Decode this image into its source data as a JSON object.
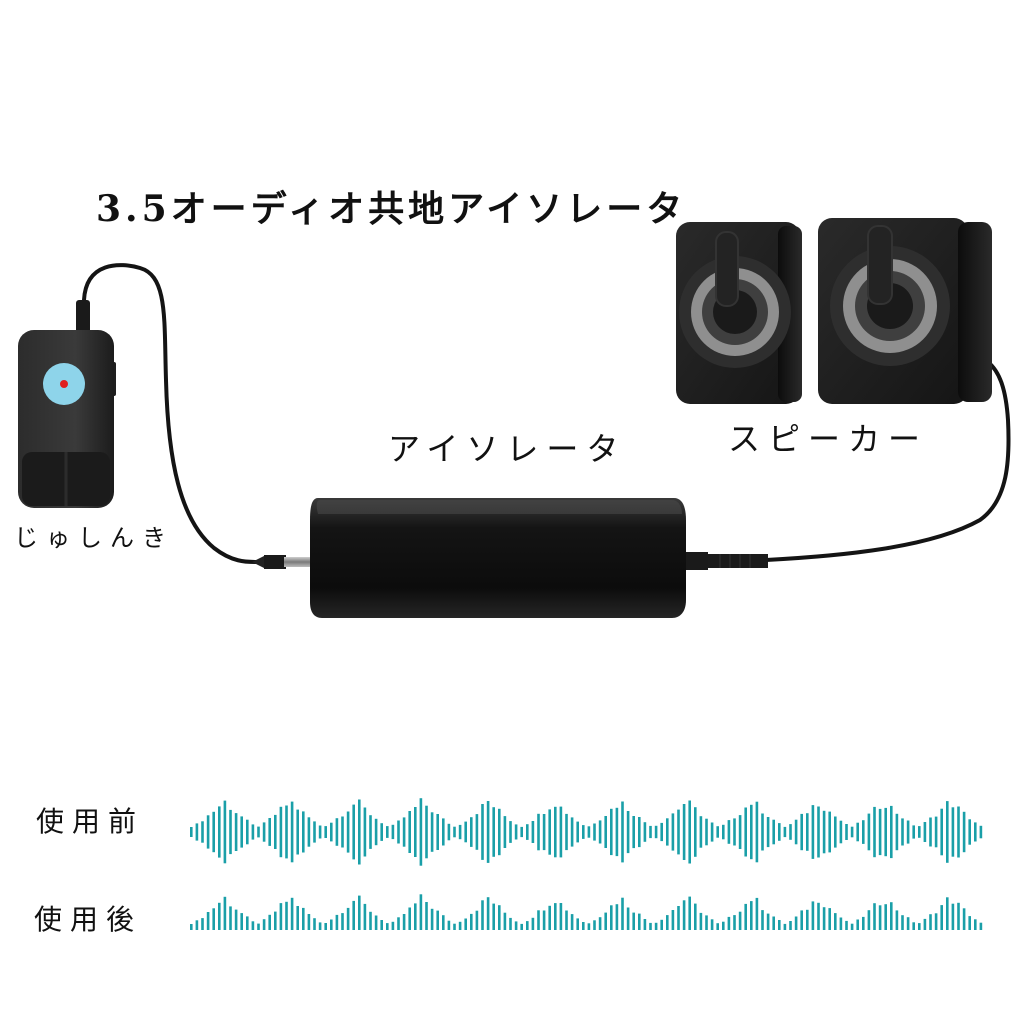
{
  "title": "3.5オーディオ共地アイソレータ",
  "labels": {
    "isolator": "アイソレータ",
    "speaker": "スピーカー",
    "receiver": "じゅしんき",
    "before": "使用前",
    "after": "使用後"
  },
  "colors": {
    "waveform": "#1a9fa8",
    "device": "#111111",
    "receiver_button": "#8ed4ea",
    "receiver_dot": "#e01f1f",
    "cable": "#141414"
  },
  "icons": {
    "receiver": "bluetooth-receiver-icon",
    "isolator": "ground-loop-isolator-icon",
    "speakers": "desktop-speakers-icon",
    "waveform": "audio-waveform-icon"
  }
}
